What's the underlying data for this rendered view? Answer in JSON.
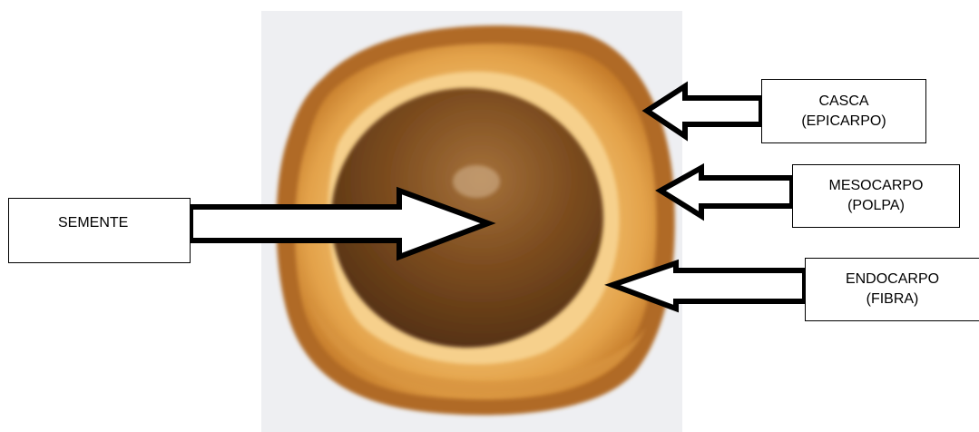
{
  "labels": {
    "semente": {
      "line1": "SEMENTE"
    },
    "casca": {
      "line1": "CASCA",
      "line2": "(EPICARPO)"
    },
    "mesocarpo": {
      "line1": "MESOCARPO",
      "line2": "(POLPA)"
    },
    "endocarpo": {
      "line1": "ENDOCARPO",
      "line2": "(FIBRA)"
    }
  },
  "colors": {
    "photo_background": "#eeeff2",
    "rind": "#b8742a",
    "pulp": "#e9b05a",
    "seed": "#7a4a1d",
    "arrow_fill": "#ffffff",
    "arrow_stroke": "#000000"
  }
}
